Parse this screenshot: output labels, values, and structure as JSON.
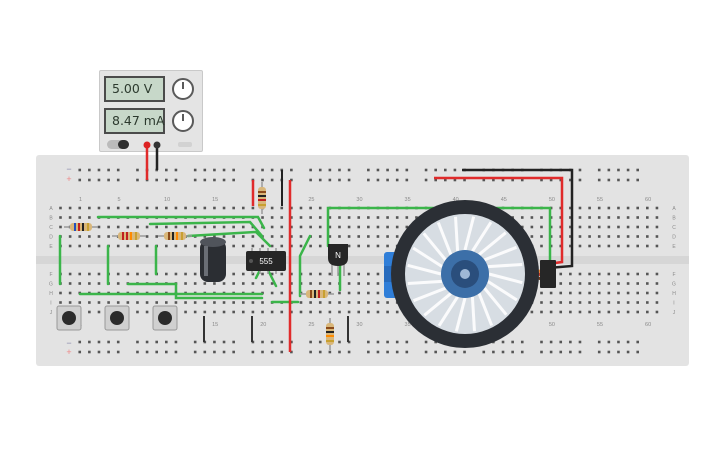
{
  "power_supply": {
    "voltage": "5.00 V",
    "current": "8.47 mA"
  },
  "breadboard": {
    "column_labels": [
      "1",
      "5",
      "10",
      "15",
      "20",
      "25",
      "30",
      "35",
      "40",
      "45",
      "50",
      "55",
      "60"
    ],
    "row_labels_top": [
      "A",
      "B",
      "C",
      "D",
      "E"
    ],
    "row_labels_bottom": [
      "F",
      "G",
      "H",
      "I",
      "J"
    ],
    "rail_plus": "+",
    "rail_minus": "−"
  },
  "components": {
    "timer_ic": "555",
    "transistor": "N"
  },
  "colors": {
    "board": "#e3e3e3",
    "wire_green": "#3bb54a",
    "wire_red": "#e02b2b",
    "wire_black": "#222222",
    "rail_red": "#e02b2b",
    "servo_blue": "#2f7ed8",
    "wheel_dark": "#2b2f35"
  }
}
